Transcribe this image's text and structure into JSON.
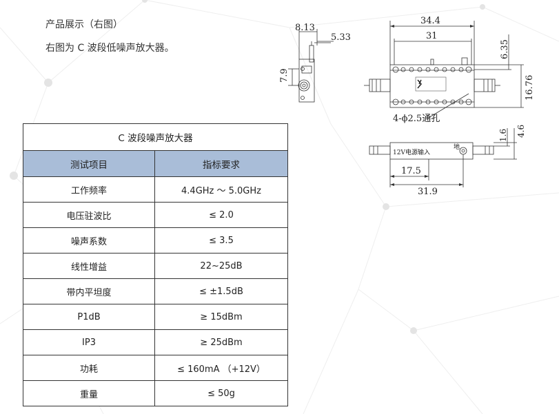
{
  "intro": {
    "title": "产品展示（右图）",
    "description": "右图为 C 波段低噪声放大器。"
  },
  "table": {
    "caption": "C 波段噪声放大器",
    "headers": [
      "测试项目",
      "指标要求"
    ],
    "rows": [
      {
        "item": "工作频率",
        "spec": "4.4GHz ～ 5.0GHz"
      },
      {
        "item": "电压驻波比",
        "spec": "≤ 2.0"
      },
      {
        "item": "噪声系数",
        "spec": "≤ 3.5"
      },
      {
        "item": "线性增益",
        "spec": "22~25dB"
      },
      {
        "item": "带内平坦度",
        "spec": "≤ ±1.5dB"
      },
      {
        "item": "P1dB",
        "spec": "≥ 15dBm"
      },
      {
        "item": "IP3",
        "spec": "≥ 25dBm"
      },
      {
        "item": "功耗",
        "spec": "≤ 160mA （+12V）"
      },
      {
        "item": "重量",
        "spec": "≤ 50g"
      }
    ],
    "header_color": "#a9bdd8"
  },
  "drawing": {
    "dim_813": "8.13",
    "dim_533": "5.33",
    "dim_79": "7.9",
    "dim_344": "34.4",
    "dim_31": "31",
    "dim_635": "6.35",
    "dim_1676": "16.76",
    "holes_note": "4-ϕ2.5通孔",
    "dim_16": "1.6",
    "dim_46": "4.6",
    "label_power": "12V电源输入",
    "label_ground": "地",
    "dim_175": "17.5",
    "dim_319": "31.9"
  }
}
